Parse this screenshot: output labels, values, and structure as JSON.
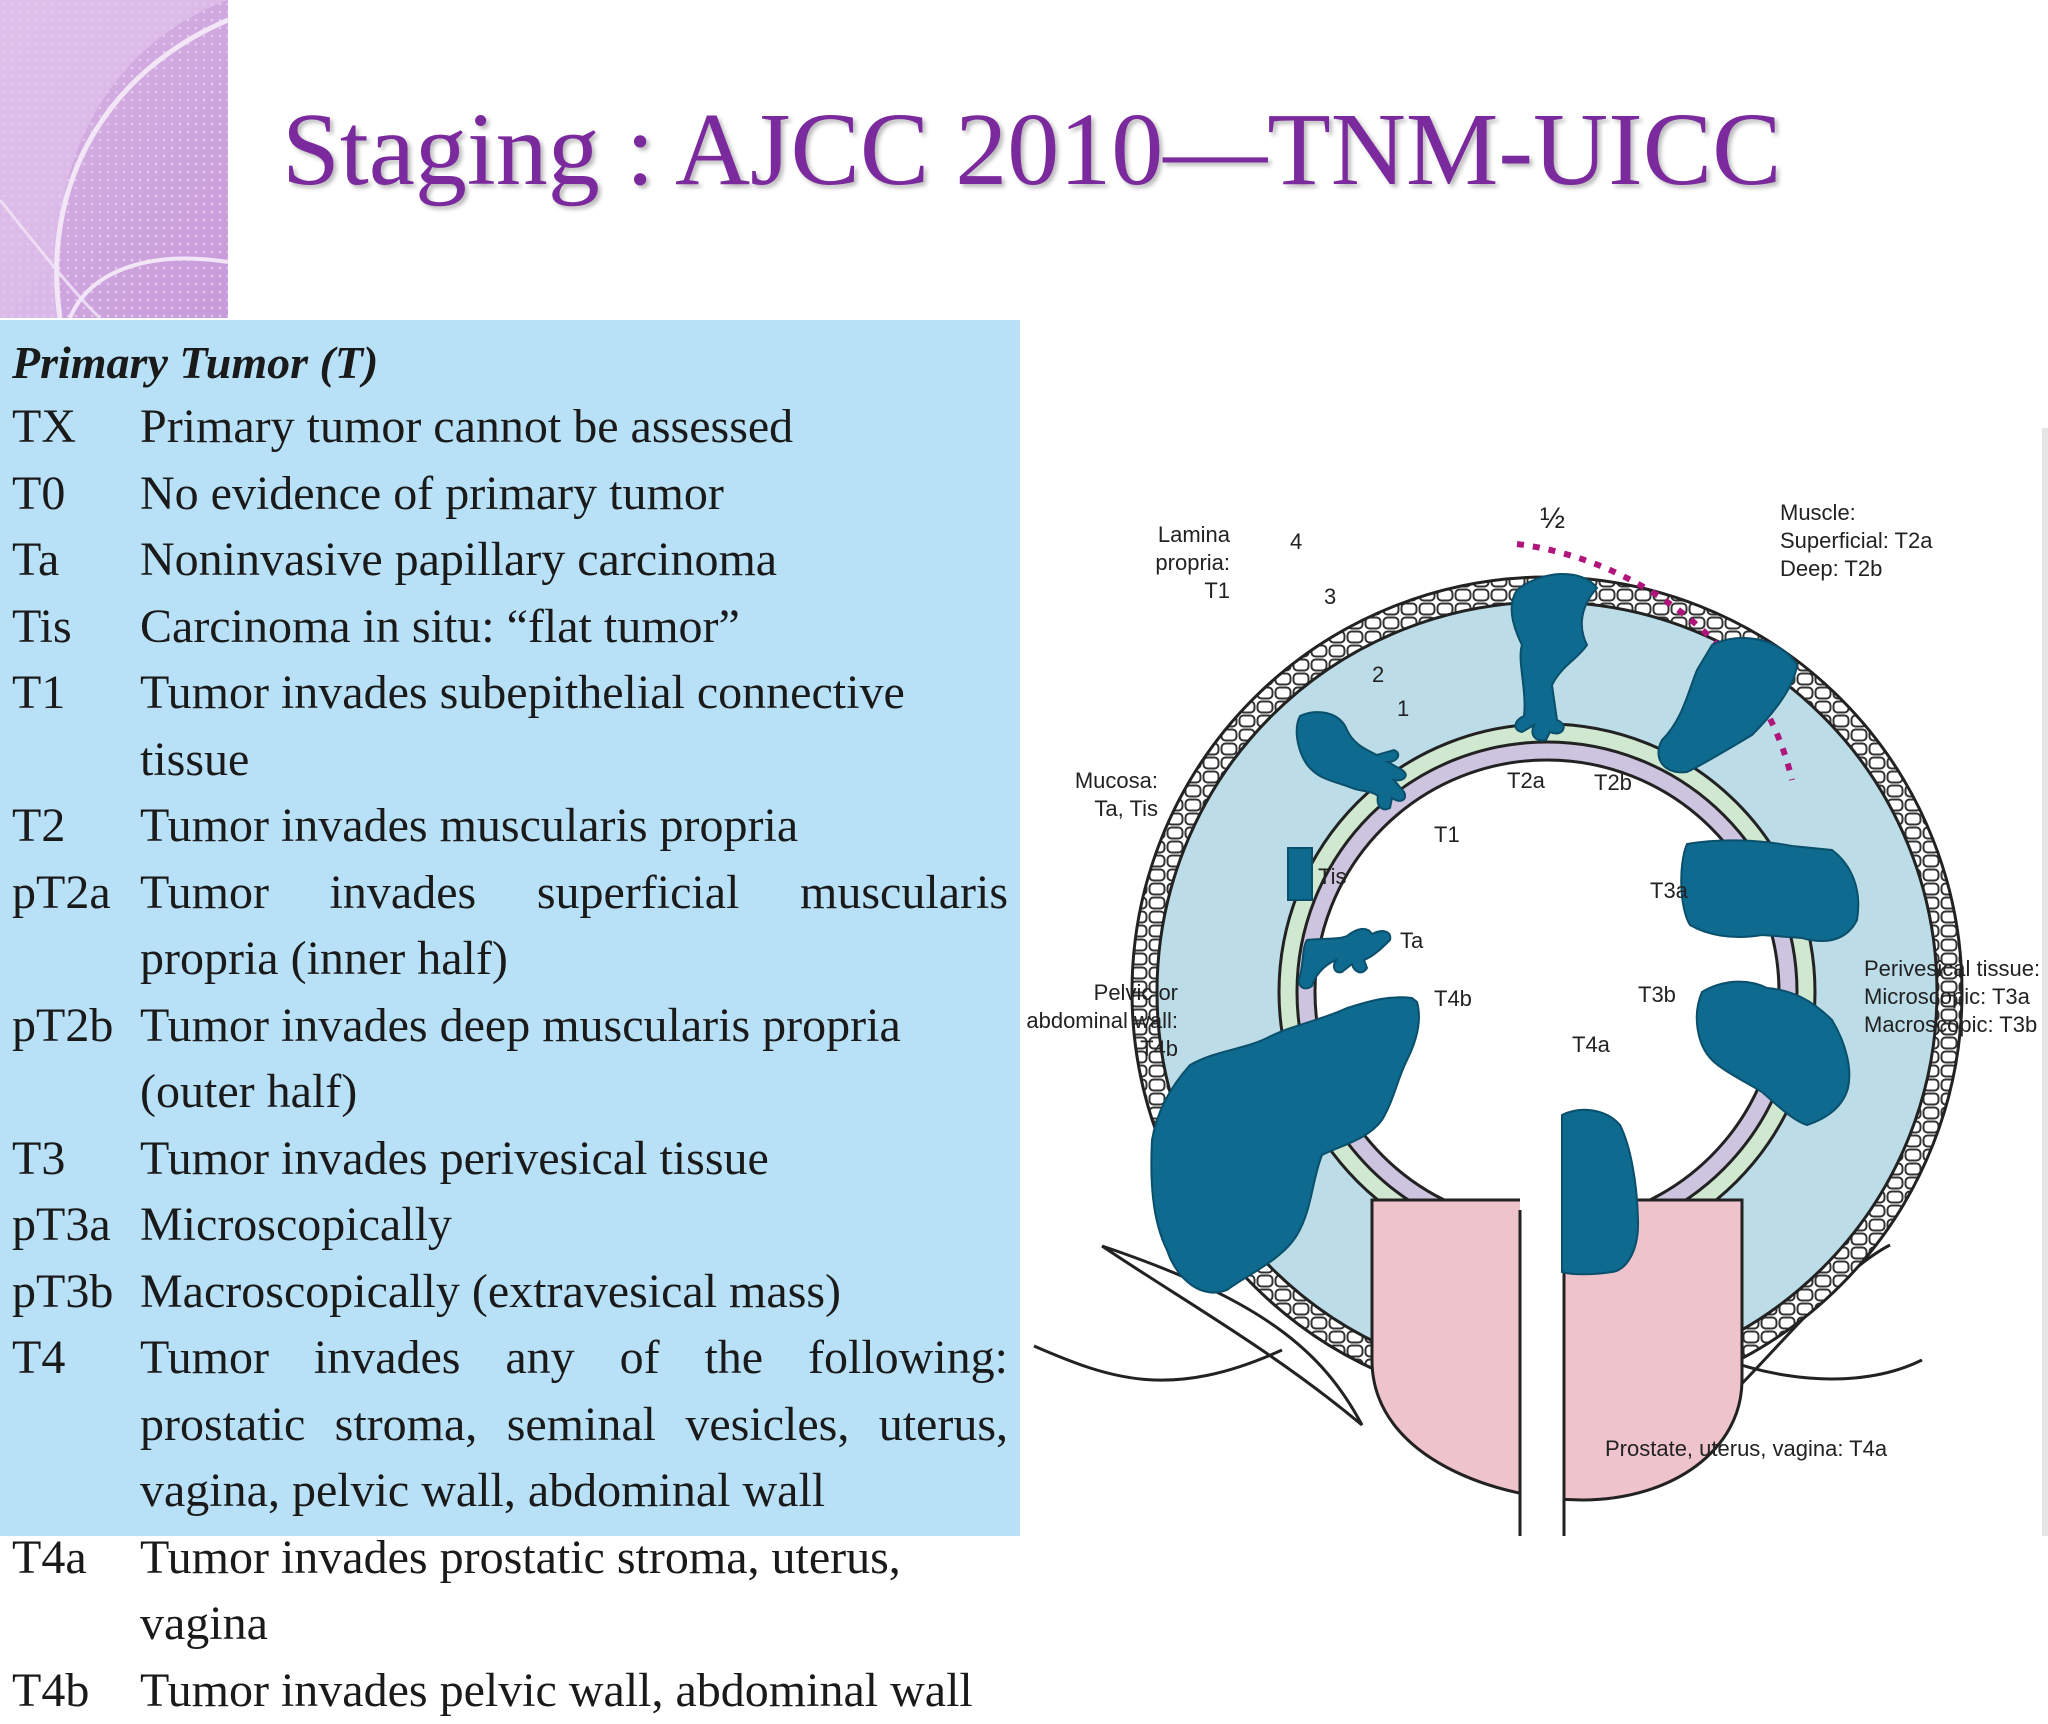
{
  "slide": {
    "title": "Staging : AJCC 2010—TNM-UICC",
    "title_color": "#7b2a9e"
  },
  "table": {
    "heading": "Primary Tumor (T)",
    "background": "#b8e1f7",
    "rows": [
      {
        "code": "TX",
        "desc": "Primary tumor cannot be assessed"
      },
      {
        "code": "T0",
        "desc": "No evidence of primary tumor"
      },
      {
        "code": "Ta",
        "desc": "Noninvasive papillary carcinoma"
      },
      {
        "code": "Tis",
        "desc": "Carcinoma in situ: “flat tumor”"
      },
      {
        "code": "T1",
        "desc": "Tumor invades subepithelial connective tissue"
      },
      {
        "code": "T2",
        "desc": "Tumor invades muscularis propria"
      },
      {
        "code": "pT2a",
        "desc": "Tumor invades superficial muscularis propria (inner half)"
      },
      {
        "code": "pT2b",
        "desc": "Tumor invades deep muscularis propria (outer half)"
      },
      {
        "code": "T3",
        "desc": "Tumor invades perivesical tissue"
      },
      {
        "code": "pT3a",
        "desc": "Microscopically"
      },
      {
        "code": "pT3b",
        "desc": "Macroscopically (extravesical mass)"
      },
      {
        "code": "T4",
        "desc": "Tumor invades any of the following: prostatic stroma, seminal vesicles, uterus, vagina, pelvic wall, abdominal wall"
      },
      {
        "code": "T4a",
        "desc": "Tumor invades prostatic stroma, uterus, vagina"
      },
      {
        "code": "T4b",
        "desc": "Tumor invades pelvic wall, abdominal wall"
      }
    ]
  },
  "diagram": {
    "colors": {
      "tumor": "#0e6a8f",
      "lamina": "#bcdde8",
      "submucosa": "#cfe8cf",
      "mucosa": "#cdc5e0",
      "prostate": "#efc3cc",
      "muscle_boundary": "#b0157c"
    },
    "layer_numbers": {
      "l1": "1",
      "l2": "2",
      "l3": "3",
      "l4": "4",
      "half": "½"
    },
    "labels": {
      "lamina_1": "Lamina",
      "lamina_2": "propria:",
      "lamina_3": "T1",
      "muscle_1": "Muscle:",
      "muscle_2": "Superficial: T2a",
      "muscle_3": "Deep: T2b",
      "mucosa_1": "Mucosa:",
      "mucosa_2": "Ta, Tis",
      "pelvic_1": "Pelvic or",
      "pelvic_2": "abdominal wall:",
      "pelvic_3": "T4b",
      "periv_1": "Perivesical tissue:",
      "periv_2": "Microscopic: T3a",
      "periv_3": "Macroscopic: T3b",
      "prostate": "Prostate, uterus, vagina: T4a"
    },
    "tumor_labels": {
      "t1": "T1",
      "t2a": "T2a",
      "t2b": "T2b",
      "tis": "Tis",
      "ta": "Ta",
      "t3a": "T3a",
      "t3b": "T3b",
      "t4a": "T4a",
      "t4b": "T4b"
    }
  }
}
